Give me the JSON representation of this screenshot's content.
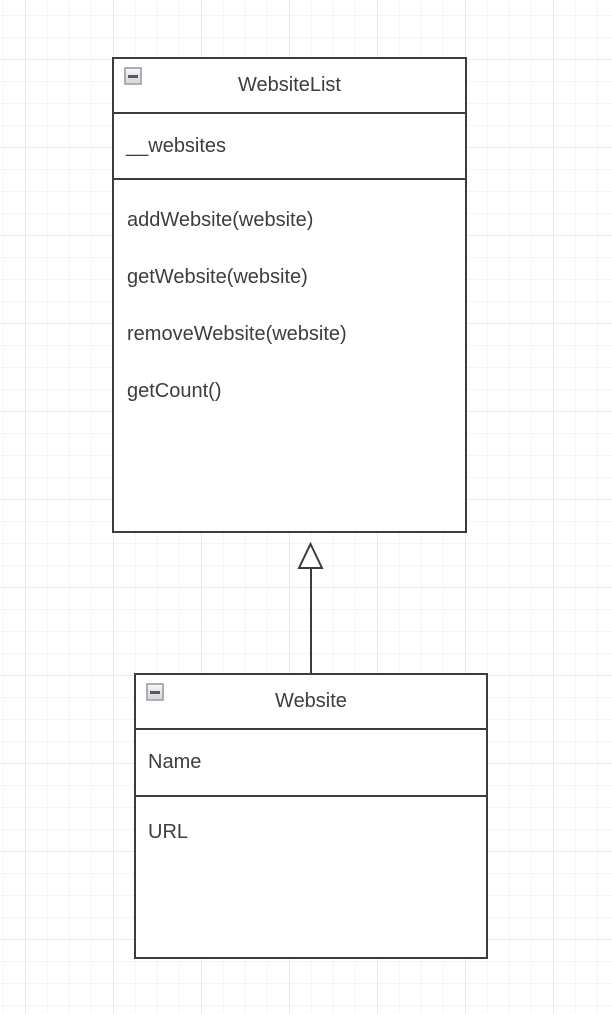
{
  "canvas": {
    "background": "#ffffff",
    "grid_minor_color": "#f5f5f5",
    "grid_major_color": "#e9e9e9"
  },
  "colors": {
    "shape_border": "#3c3c3c",
    "text": "#3d3d3d",
    "collapse_icon_border": "#a8aeb9"
  },
  "classes": {
    "website_list": {
      "title": "WebsiteList",
      "attributes": [
        "__websites"
      ],
      "methods": [
        "addWebsite(website)",
        "getWebsite(website)",
        "removeWebsite(website)",
        "getCount()"
      ]
    },
    "website": {
      "title": "Website",
      "fields": [
        "Name",
        "URL"
      ]
    }
  },
  "relationship": {
    "type": "inheritance",
    "from": "Website",
    "to": "WebsiteList"
  }
}
